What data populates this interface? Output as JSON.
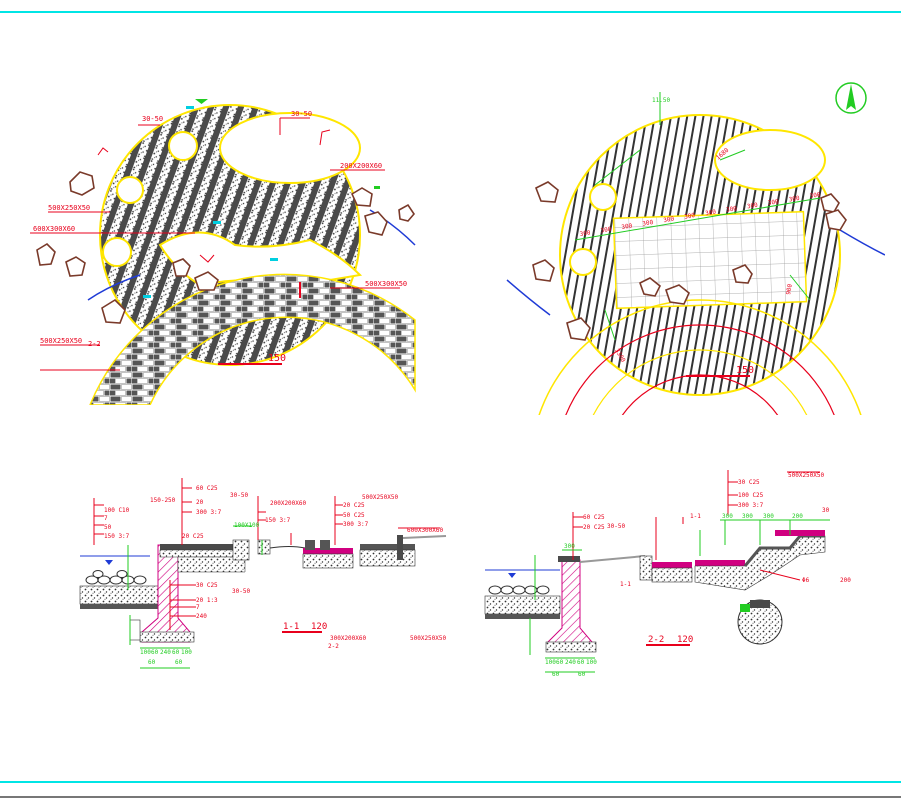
{
  "colors": {
    "frame": "#00e5e5",
    "outline": "#ffe600",
    "dim": "#e8001c",
    "note": "#00cfe0",
    "paving_dark": "#555555",
    "rock": "#7a3a2a",
    "water": "#1f3bd6",
    "north": "#22cc22"
  },
  "plan_left": {
    "scale_label": "150",
    "dim_30_50_a": "30-50",
    "dim_30_50_b": "30-50",
    "callout_1": "200X200X60",
    "callout_2": "500X250X50",
    "callout_3": "600X300X60",
    "callout_4": "500X300X50",
    "callout_5": "500X250X50",
    "section_mark": "2-2"
  },
  "plan_right": {
    "scale_label": "150",
    "elev_mark": "11.50",
    "grid_labels": [
      "300",
      "300",
      "300",
      "300",
      "300",
      "300",
      "300",
      "300",
      "300",
      "300",
      "300",
      "300"
    ],
    "dim_1": "1680",
    "dim_2": "900",
    "dim_3": "3300"
  },
  "section_1": {
    "title": "1-1",
    "scale": "120",
    "notes_left": [
      "100  C10",
      "7",
      "50",
      "150  3:7"
    ],
    "notes_top": [
      "60  C25",
      "20",
      "300  3:7"
    ],
    "notes_mid": [
      "20  C25",
      "150  3:7"
    ],
    "notes_right": [
      "20  C25",
      "50  C25",
      "300  3:7"
    ],
    "notes_bottom": [
      "30  C25",
      "20  1:3",
      "7",
      "240"
    ],
    "callout_a": "150-250",
    "callout_b": "30-50",
    "callout_c": "200X200X60",
    "callout_d": "500X250X50",
    "callout_e": "600X300X60",
    "callout_f": "30-50",
    "callout_g": "300X200X60",
    "callout_h": "500X250X50",
    "dims_bottom": [
      "100",
      "60",
      "240",
      "60",
      "100"
    ],
    "dims_bottom2": [
      "60",
      "60"
    ],
    "dim_h": "100X100",
    "sub_ref": "2-2"
  },
  "section_2": {
    "title": "2-2",
    "scale": "120",
    "notes_top": [
      "30  C25",
      "100  C25",
      "300  3:7"
    ],
    "notes_left": [
      "60  C25",
      "20  C25"
    ],
    "callout_a": "500X250X50",
    "callout_b": "30-50",
    "callout_c": "1-1",
    "callout_d": "300",
    "callout_e": "200",
    "callout_f": "30",
    "callout_g": "Φ6",
    "dims_top": [
      "300",
      "300",
      "300",
      "200"
    ],
    "dims_bottom": [
      "100",
      "60",
      "240",
      "60",
      "100"
    ],
    "dims_bottom2": [
      "60",
      "60"
    ],
    "sub_ref": "1-1"
  }
}
